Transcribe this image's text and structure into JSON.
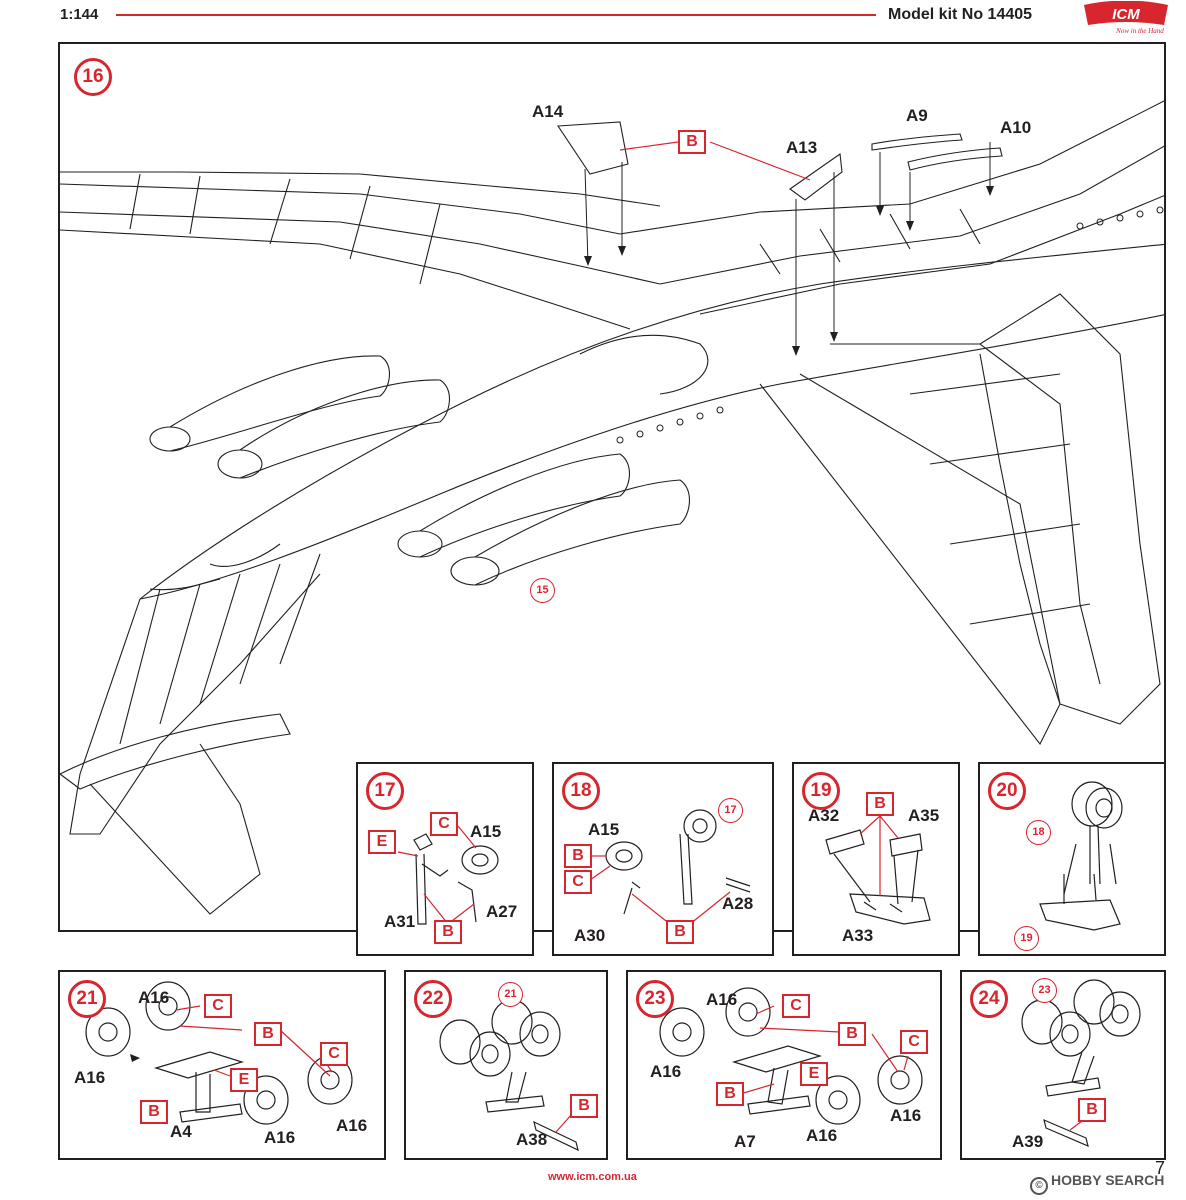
{
  "header": {
    "scale": "1:144",
    "title": "Model kit No 14405",
    "logo_text": "ICM",
    "logo_tagline": "Now in the Hand"
  },
  "colors": {
    "accent": "#d7262e",
    "ink": "#231f20",
    "background": "#ffffff"
  },
  "step16": {
    "number": "16",
    "parts": [
      "A14",
      "A13",
      "A9",
      "A10"
    ],
    "color_code": "B",
    "ref_step": "15"
  },
  "step17": {
    "number": "17",
    "parts": [
      "A15",
      "A31",
      "A27"
    ],
    "color_codes": [
      "C",
      "E",
      "B"
    ]
  },
  "step18": {
    "number": "18",
    "ref_step": "17",
    "parts": [
      "A15",
      "A28",
      "A30"
    ],
    "color_codes": [
      "B",
      "C",
      "B"
    ]
  },
  "step19": {
    "number": "19",
    "parts": [
      "A32",
      "A35",
      "A33"
    ],
    "color_code": "B"
  },
  "step20": {
    "number": "20",
    "ref_steps": [
      "18",
      "19"
    ]
  },
  "step21": {
    "number": "21",
    "parts": [
      "A16",
      "A16",
      "A16",
      "A16",
      "A4"
    ],
    "color_codes": [
      "C",
      "B",
      "C",
      "E",
      "B"
    ]
  },
  "step22": {
    "number": "22",
    "ref_step": "21",
    "part": "A38",
    "color_code": "B"
  },
  "step23": {
    "number": "23",
    "parts": [
      "A16",
      "A16",
      "A16",
      "A16",
      "A7"
    ],
    "color_codes": [
      "C",
      "B",
      "C",
      "E",
      "B"
    ]
  },
  "step24": {
    "number": "24",
    "ref_step": "23",
    "part": "A39",
    "color_code": "B"
  },
  "footer": {
    "url": "www.icm.com.ua",
    "page_number": "7",
    "watermark": "HOBBY SEARCH"
  }
}
